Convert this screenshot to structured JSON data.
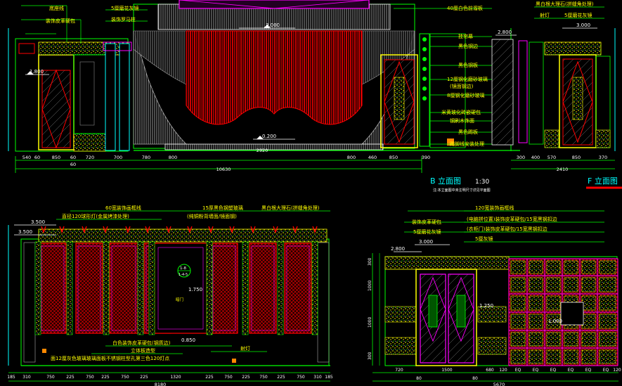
{
  "colors": {
    "background": "#000000",
    "wall": "#00ff00",
    "dim": "#00ff00",
    "text": "#ffff00",
    "curtain": "#ff0000",
    "accent": "#ff00ff",
    "frame": "#ffffff",
    "title": "#00ffff",
    "title_underline": "#ff0000",
    "cyan": "#00ffff",
    "orange": "#ff8800"
  },
  "panel_b": {
    "title": "B 立面图",
    "scale": "1:30",
    "note": "注:本立面图中未注明尺寸详见平面图",
    "labels_left": [
      "底座线",
      "装饰皮革硬包",
      "5厘磨花灰镜",
      "装饰罗马柱"
    ],
    "labels_right": [
      "40厘白色前溜板",
      "挂帘幕",
      "黑色钢边",
      "黑色钢板",
      "12厘钢化磨砂玻璃",
      "(镜面钢边)",
      "8厘钢化磨砂玻璃",
      "米黄玻化砖嵌硬包",
      "钢刷木饰面",
      "黑色踢板",
      "踢脚线安装处理"
    ],
    "elev": [
      "3.000",
      "1.800",
      "0.200"
    ],
    "dims": [
      "540",
      "850",
      "60",
      "720",
      "700",
      "780",
      "800",
      "800",
      "460",
      "850",
      "390",
      "60",
      "60"
    ],
    "dim_mid": "2920",
    "dim_total": "10630"
  },
  "panel_f": {
    "title": "F 立面图",
    "labels": [
      "黑白根大理石(拼缝角处理)",
      "射灯",
      "5厘磨花灰镜"
    ],
    "elev": [
      "2.800",
      "3.000"
    ],
    "dims": [
      "300",
      "400",
      "570",
      "850",
      "370"
    ],
    "dim_total": "2410"
  },
  "panel_c": {
    "labels_top": [
      "60宽装饰画框线",
      "直径120球形灯(金属烤漆处理)",
      "15厚黑色钢塑玻璃",
      "(纯铜粉背墙面/镜面钢)",
      "黑白根大理石(拼缝角处理)"
    ],
    "labels_bottom": [
      "白色装饰皮革硬包(钢质边)",
      "立体板造型",
      "面12厘灰色玻璃玻璃面板不锈钢柱型孔第三色120灯点",
      "射灯"
    ],
    "elev": [
      "3.500",
      "3.500",
      "1.750",
      "0.850"
    ],
    "section_tag": [
      "1-8",
      "1-4-5"
    ],
    "small_tag": "暗门",
    "dims": [
      "185",
      "310",
      "750",
      "225",
      "750",
      "225",
      "750",
      "225",
      "1320",
      "225",
      "750",
      "225",
      "750",
      "225",
      "750",
      "310",
      "185"
    ],
    "dim_total": "8180"
  },
  "panel_d": {
    "labels": [
      "装饰皮革硬包",
      "5厘磨花灰镜",
      "120宽装饰画框线",
      "(电脑拼位置)装饰皮革硬包/15宽黑钢扣边",
      "(衣柜门)装饰皮革硬包/15宽黑钢扣边",
      "5厘灰镜"
    ],
    "elev": [
      "2.800",
      "3.000",
      "1.250",
      "1.000"
    ],
    "vdims": [
      "300",
      "1000",
      "1000",
      "300"
    ],
    "dims": [
      "720",
      "1500",
      "680",
      "120",
      "EQ",
      "EQ",
      "EQ",
      "EQ",
      "EQ",
      "EQ",
      "120"
    ],
    "sub_dims": [
      "80",
      "80"
    ],
    "dim_total": "5670"
  }
}
